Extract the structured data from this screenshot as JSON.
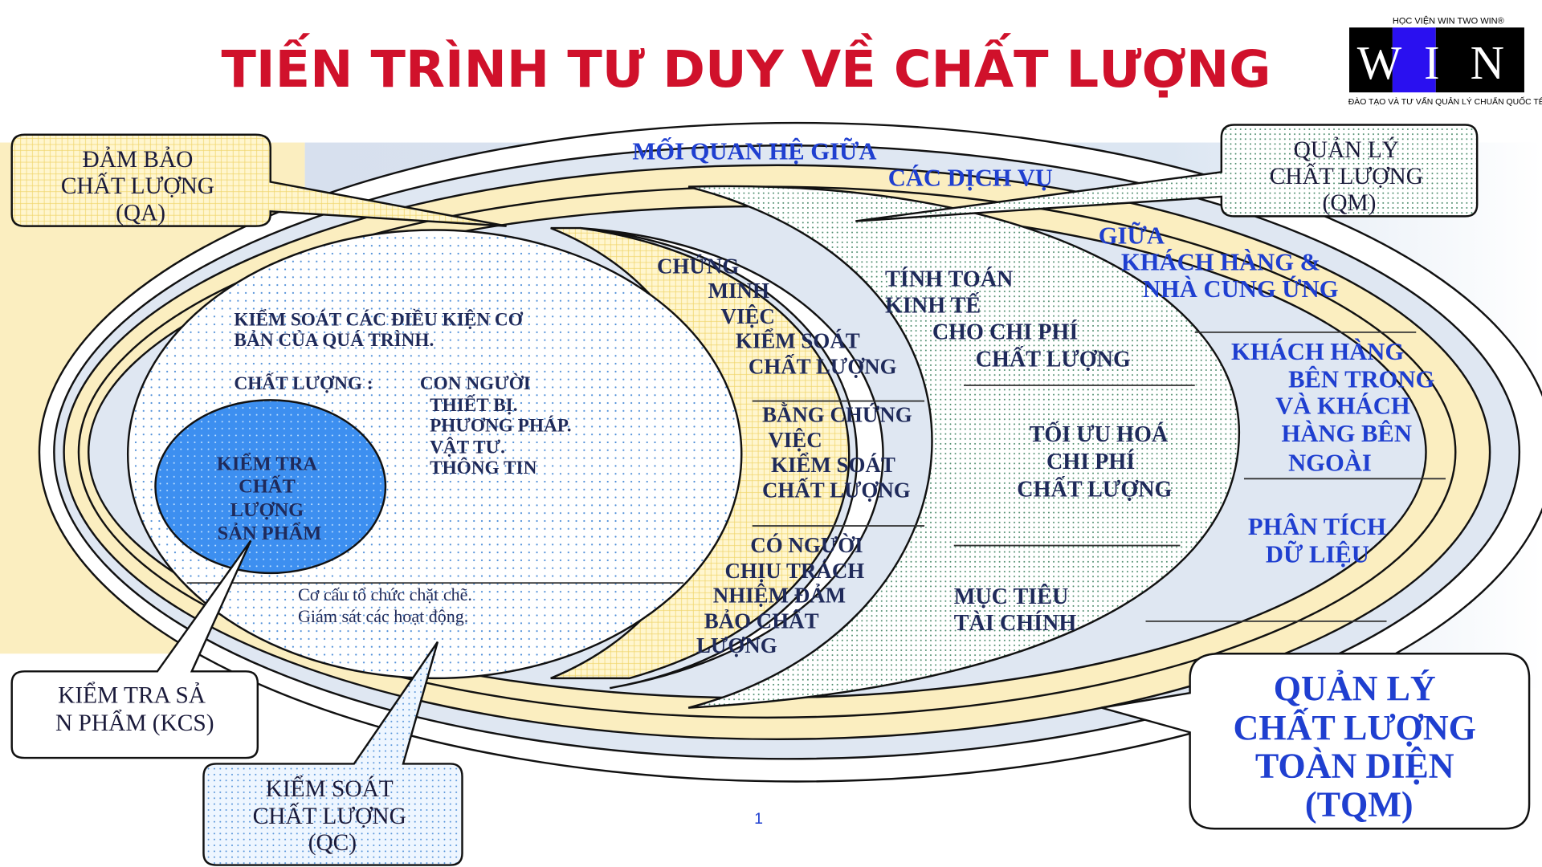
{
  "title": "TIẾN TRÌNH TƯ DUY VỀ CHẤT LƯỢNG",
  "logo": {
    "top_text": "HỌC VIỆN WIN TWO WIN®",
    "letters": [
      "W",
      "I",
      "N"
    ],
    "bottom_text": "ĐÀO TẠO VÀ TƯ VẤN QUẢN LÝ CHUẨN QUỐC TẾ"
  },
  "callouts": {
    "qa": [
      "ĐẢM BẢO",
      "CHẤT LƯỢNG",
      "(QA)"
    ],
    "qm": [
      "QUẢN LÝ",
      "CHẤT LƯỢNG",
      "(QM)"
    ],
    "kcs": [
      "KIỂM TRA  SẢ",
      "N PHẨM (KCS)"
    ],
    "qc": [
      "KIỂM SOÁT",
      "CHẤT LƯỢNG",
      "(QC)"
    ],
    "tqm": [
      "QUẢN LÝ",
      "CHẤT LƯỢNG",
      "TOÀN DIỆN",
      "(TQM)"
    ]
  },
  "relation": [
    "MỐI QUAN HỆ GIỮA",
    "CÁC DỊCH VỤ"
  ],
  "right_items": {
    "between": [
      "GIỮA",
      "KHÁCH HÀNG &",
      "NHÀ CUNG ỨNG"
    ],
    "customers": [
      "KHÁCH HÀNG",
      "BÊN TRONG",
      "VÀ KHÁCH",
      "HÀNG BÊN",
      "NGOÀI"
    ],
    "analysis": [
      "PHÂN TÍCH",
      "DỮ LIỆU"
    ]
  },
  "green_items": {
    "economics": [
      "TÍNH  TOÁN",
      "KINH TẾ",
      "CHO CHI PHÍ",
      "CHẤT LƯỢNG"
    ],
    "optimize": [
      "TỐI ƯU HOÁ",
      "CHI PHÍ",
      "CHẤT LƯỢNG"
    ],
    "finance": [
      "MỤC TIÊU",
      "TÀI CHÍNH"
    ]
  },
  "yellow_items": {
    "proof1": [
      "CHỨNG",
      "MINH",
      "VIỆC",
      "KIỂM SOÁT",
      "CHẤT LƯỢNG"
    ],
    "proof2": [
      "BẰNG CHỨNG",
      "VIỆC",
      "KIỂM SOÁT",
      "CHẤT LƯỢNG"
    ],
    "responsible": [
      "CÓ NGƯỜI",
      "CHỊU TRÁCH",
      "NHIỆM ĐẢM",
      "BẢO CHẤT",
      "LƯỢNG"
    ]
  },
  "inner": {
    "control_title": [
      "KIỂM SOÁT CÁC ĐIỀU KIỆN CƠ",
      "BẢN CỦA QUÁ TRÌNH."
    ],
    "quality_label": "CHẤT LƯỢNG :",
    "factors": [
      "CON NGƯỜI",
      "THIẾT BỊ.",
      "PHƯƠNG PHÁP.",
      "VẬT TƯ.",
      "THÔNG TIN"
    ],
    "org": [
      "Cơ cấu tổ chức chặt chẽ.",
      "Giám sát các hoạt động."
    ],
    "circle": [
      "KIỂM TRA",
      "CHẤT",
      "LƯỢNG",
      "SẢN PHẨM"
    ]
  },
  "page_number": "1",
  "colors": {
    "title": "#d0112b",
    "accent_blue": "#1f3fd0",
    "circle": "#3d8ff0",
    "yellow": "#fbeec0"
  }
}
